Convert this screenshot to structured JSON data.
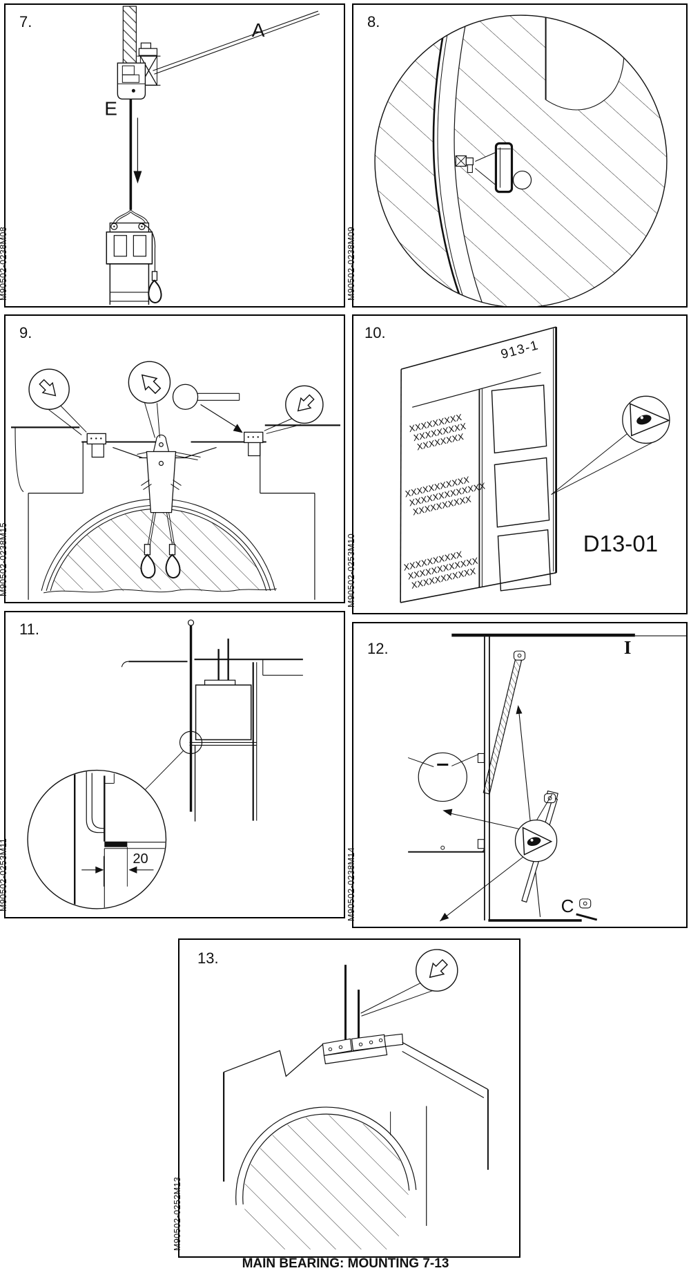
{
  "page": {
    "caption": "MAIN BEARING: MOUNTING 7-13"
  },
  "colors": {
    "ink": "#111111",
    "paper": "#ffffff"
  },
  "icons": {
    "circled_arrow": "hollow-arrow-in-circle-icon",
    "inspect_eye": "eye-inspection-icon"
  },
  "panels": {
    "p7": {
      "number": "7.",
      "code": "M90502-0238M08",
      "label_a": "A",
      "label_e": "E"
    },
    "p8": {
      "number": "8.",
      "code": "M90502-0238M09"
    },
    "p9": {
      "number": "9.",
      "code": "M90502-0238M15"
    },
    "p10": {
      "number": "10.",
      "code": "M90502-0253M10",
      "plate_id": "913-1",
      "ref_label": "D13-01",
      "text_block_1": [
        "XXXXXXXXX",
        "XXXXXXXXX",
        "XXXXXXXX"
      ],
      "text_block_2": [
        "XXXXXXXXXXX",
        "XXXXXXXXXXXXX",
        "XXXXXXXXXX"
      ],
      "text_block_3": [
        "XXXXXXXXXX",
        "XXXXXXXXXXXX",
        "XXXXXXXXXXX"
      ]
    },
    "p11": {
      "number": "11.",
      "code": "M90502-0253M11",
      "dimension": "20"
    },
    "p12": {
      "number": "12.",
      "code": "M90502-0238M14",
      "label_c": "C",
      "section_mark": "I"
    },
    "p13": {
      "number": "13.",
      "code": "M90502-0252M13"
    }
  }
}
